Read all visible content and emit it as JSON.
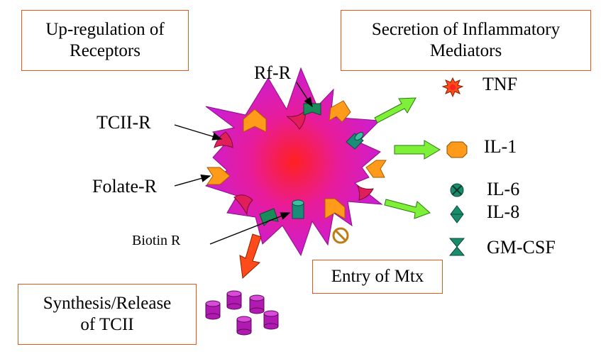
{
  "boxes": {
    "upregulation": {
      "line1": "Up-regulation of",
      "line2": "Receptors"
    },
    "secretion": {
      "line1": "Secretion of Inflammatory",
      "line2": "Mediators"
    },
    "entry": {
      "text": "Entry of Mtx"
    },
    "synthesis": {
      "line1": "Synthesis/Release",
      "line2": "of TCII"
    }
  },
  "receptor_labels": {
    "rf": "Rf-R",
    "tcii": "TCII-R",
    "folate": "Folate-R",
    "biotin": "Biotin R"
  },
  "mediators": [
    {
      "label": "TNF",
      "icon": "star-burst-icon"
    },
    {
      "label": "IL-1",
      "icon": "octagon-icon"
    },
    {
      "label": "IL-6",
      "icon": "circled-x-icon"
    },
    {
      "label": "IL-8",
      "icon": "diamond-icon"
    },
    {
      "label": "GM-CSF",
      "icon": "hourglass-icon"
    }
  ],
  "colors": {
    "box_border": "#e05a1e",
    "cell_fill": "#d21ed2",
    "cell_center": "#ff2d2d",
    "folate_receptor": "#ff9a1a",
    "tcii_receptor": "#e01e5a",
    "rf_receptor": "#1a8c5a",
    "biotin_receptor": "#1a8c78",
    "secretion_arrow": "#7ff03a",
    "synthesis_arrow": "#ff4a1a",
    "tcii_cylinder": "#b01ab0",
    "mediator_icon": "#1a8c6e",
    "tnf_icon": "#ff4a1a",
    "il1_icon": "#ff9a1a"
  }
}
